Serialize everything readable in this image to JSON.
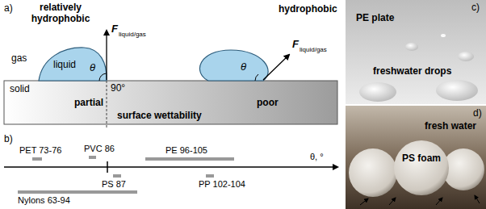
{
  "diagram": {
    "labels": [
      "a)",
      "relatively hydrophobic",
      "hydrophobic",
      "F",
      "liquid/gas",
      "F",
      "liquid/gas",
      "gas",
      "liquid",
      "θ",
      "θ",
      "solid",
      "90°",
      "partial",
      "surface wettability",
      "poor",
      "b)",
      "PET 73-76",
      "PVC 86",
      "PE 96-105",
      "θ, °",
      "PS 87",
      "Nylons 63-94",
      "PP 102-104",
      "c)",
      "PE plate",
      "freshwater drops",
      "d)",
      "PS foam",
      "fresh water"
    ]
  }
}
